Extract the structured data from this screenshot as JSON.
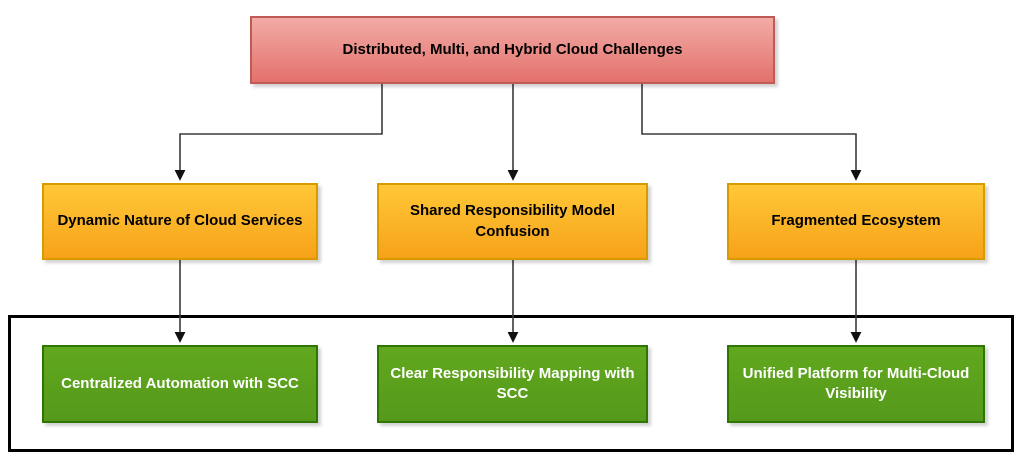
{
  "diagram": {
    "title": "Distributed, Multi, and Hybrid Cloud Challenges flowchart",
    "root": {
      "label": "Distributed, Multi, and Hybrid Cloud Challenges"
    },
    "challenges": [
      {
        "label": "Dynamic Nature of Cloud Services"
      },
      {
        "label": "Shared Responsibility Model Confusion"
      },
      {
        "label": "Fragmented Ecosystem"
      }
    ],
    "solutions": [
      {
        "label": "Centralized Automation with SCC"
      },
      {
        "label": "Clear Responsibility Mapping with SCC"
      },
      {
        "label": "Unified Platform for Multi-Cloud Visibility"
      }
    ],
    "edges": [
      {
        "from": "root",
        "to": "challenge-1"
      },
      {
        "from": "root",
        "to": "challenge-2"
      },
      {
        "from": "root",
        "to": "challenge-3"
      },
      {
        "from": "challenge-1",
        "to": "solution-1"
      },
      {
        "from": "challenge-2",
        "to": "solution-2"
      },
      {
        "from": "challenge-3",
        "to": "solution-3"
      }
    ],
    "colors": {
      "root_fill_top": "#F2ABA6",
      "root_fill_bottom": "#E4716C",
      "root_border": "#C05A54",
      "challenge_fill_top": "#FFC837",
      "challenge_fill_bottom": "#F7A219",
      "challenge_border": "#D79B00",
      "solution_fill_top": "#61A81E",
      "solution_fill_bottom": "#55991B",
      "solution_border": "#2D7600",
      "solution_text": "#FFFFFF",
      "text_dark": "#000000",
      "connector": "#3B3B3B",
      "arrowhead": "#111111",
      "frame_border": "#000000"
    }
  }
}
